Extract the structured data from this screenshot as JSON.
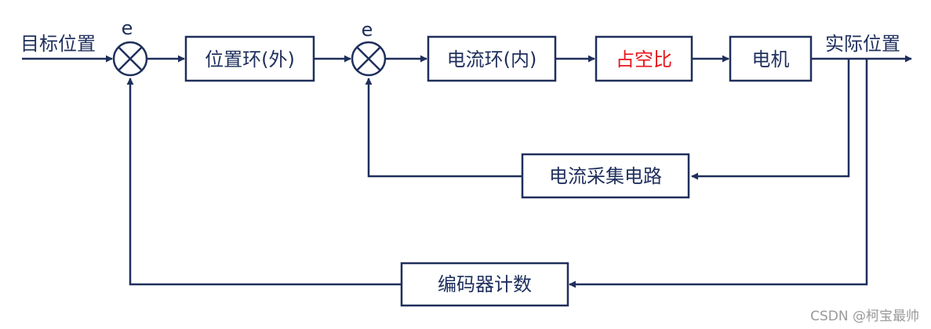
{
  "colors": {
    "line": "#1f2f5c",
    "text": "#1f2f5c",
    "accent": "#e8141b",
    "watermark": "#9a9a9a"
  },
  "labels": {
    "input": "目标位置",
    "output": "实际位置",
    "error_outer": "e",
    "error_inner": "e"
  },
  "blocks": {
    "position_loop": "位置环(外)",
    "current_loop": "电流环(内)",
    "duty_cycle": "占空比",
    "motor": "电机",
    "current_sensing": "电流采集电路",
    "encoder_count": "编码器计数"
  },
  "watermark": "CSDN @柯宝最帅"
}
